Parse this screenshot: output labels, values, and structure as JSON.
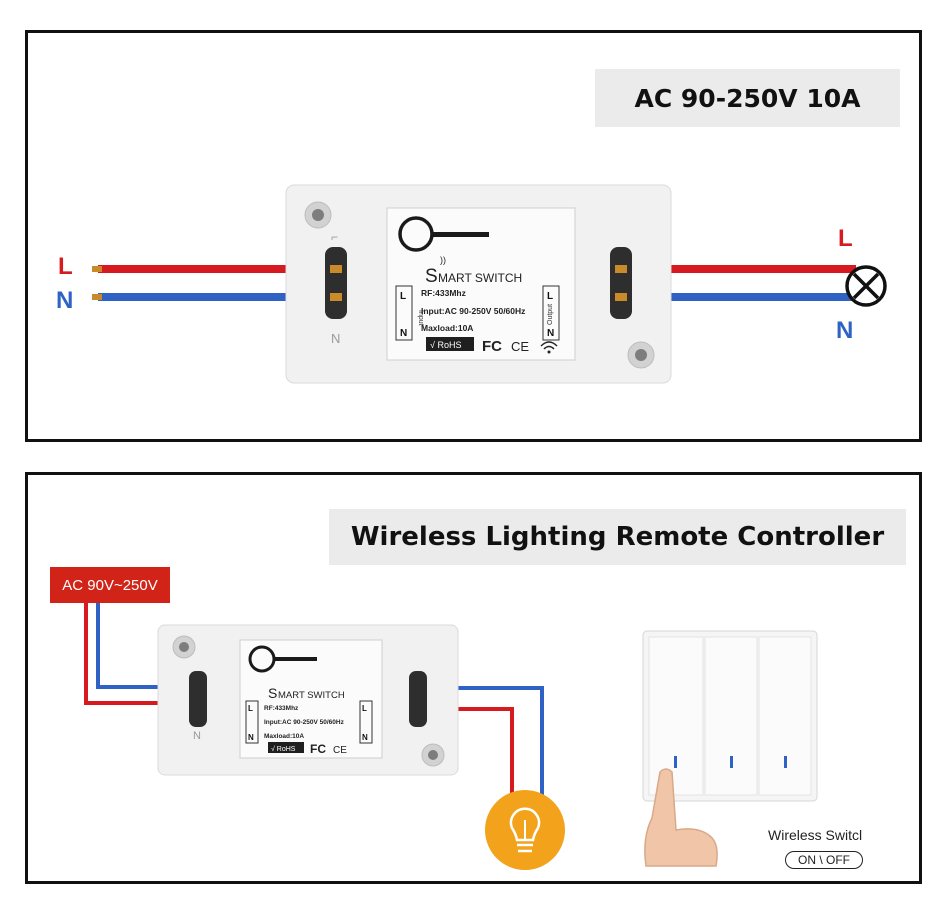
{
  "top_panel": {
    "spec_banner": "AC 90-250V 10A",
    "input_labels": {
      "live": "L",
      "neutral": "N"
    },
    "output_labels": {
      "live": "L",
      "neutral": "N"
    }
  },
  "bottom_panel": {
    "title_banner": "Wireless Lighting Remote Controller",
    "power_tag": "AC 90V~250V",
    "wireless_switch_label": "Wireless Switcl",
    "on_off_label": "ON \\ OFF"
  },
  "module": {
    "brand_s": "S",
    "brand_rest": "MART SWITCH",
    "rf": "RF:433Mhz",
    "input": "Input:AC 90-250V 50/60Hz",
    "maxload": "Maxload:10A",
    "rohs": "√ RoHS",
    "fc": "FC",
    "ce": "CE",
    "input_side": "Input",
    "output_side": "Output",
    "term_l": "L",
    "term_n": "N"
  },
  "colors": {
    "live_wire": "#d71920",
    "neutral_wire": "#2f62c4",
    "banner_bg": "#ebebeb",
    "power_tag_bg": "#d22318",
    "bulb_bg": "#f2a21b"
  }
}
